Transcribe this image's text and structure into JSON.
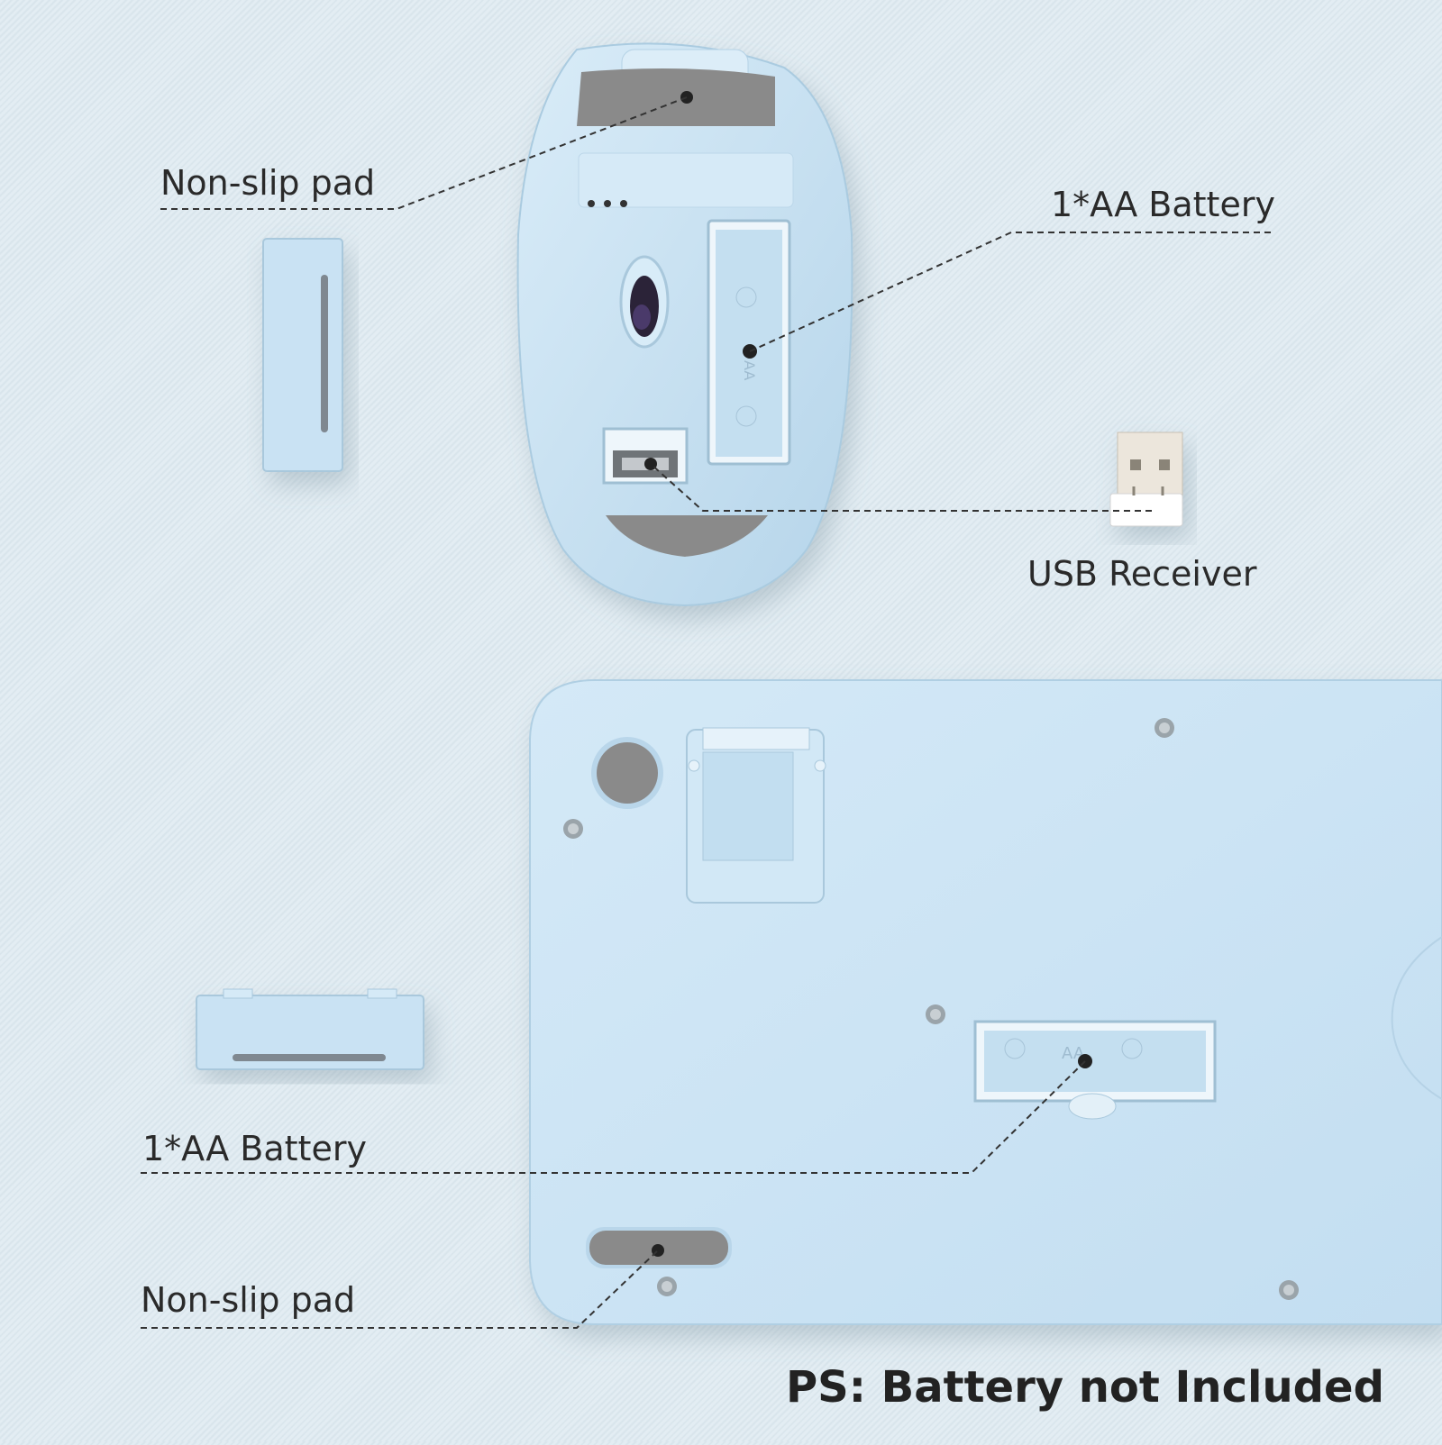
{
  "labels": {
    "mouse_pad": "Non-slip pad",
    "mouse_battery": "1*AA Battery",
    "usb_receiver": "USB Receiver",
    "keyboard_battery": "1*AA Battery",
    "keyboard_pad": "Non-slip pad"
  },
  "note": "PS: Battery not Included",
  "battery_markings": {
    "mouse": "AA",
    "keyboard": "AA"
  },
  "colors": {
    "device_body": "#c9e2f3",
    "device_shade": "#b4d3e8",
    "rubber_pad": "#8a8a8a",
    "leader_line": "#333333",
    "text": "#2a2a2a"
  }
}
